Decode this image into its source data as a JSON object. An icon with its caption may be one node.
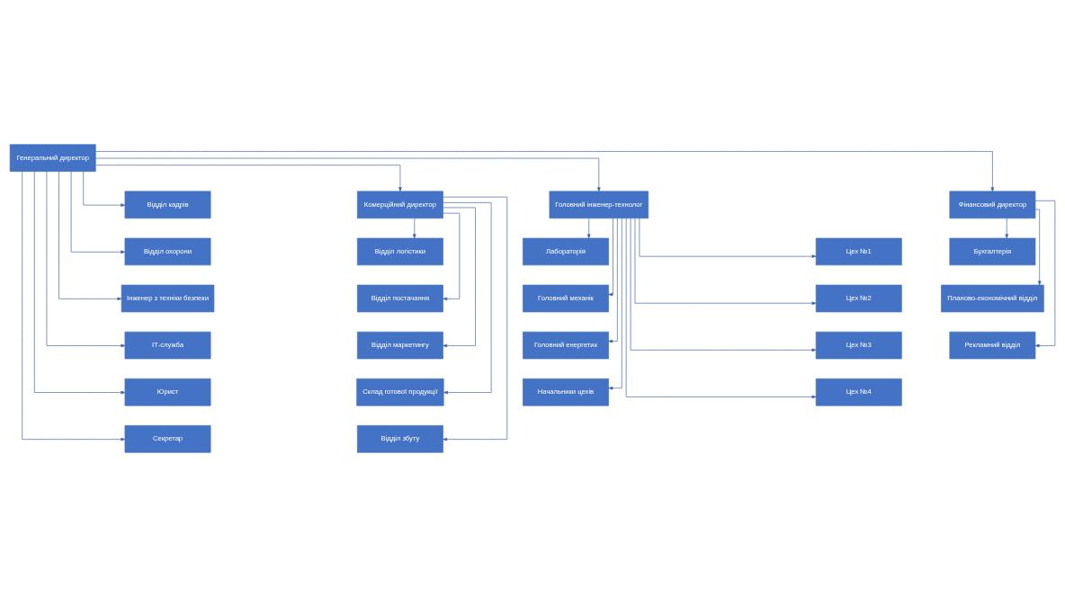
{
  "diagram": {
    "nodes": [
      {
        "text": [
          "Генеральний директор"
        ]
      },
      {
        "text": [
          "Відділ кадрів"
        ]
      },
      {
        "text": [
          "Відділ охорони"
        ]
      },
      {
        "text": [
          "Інженер з техніки безпеки"
        ]
      },
      {
        "text": [
          "ІТ-служба"
        ]
      },
      {
        "text": [
          "Юрист"
        ]
      },
      {
        "text": [
          "Секретар"
        ]
      },
      {
        "text": [
          "Комерційний директор"
        ]
      },
      {
        "text": [
          "Відділ логістики"
        ]
      },
      {
        "text": [
          "Відділ постачання"
        ]
      },
      {
        "text": [
          "Відділ маркетингу"
        ]
      },
      {
        "text": [
          "Склад готової продукції"
        ]
      },
      {
        "text": [
          "Відділ збуту"
        ]
      },
      {
        "text": [
          "Головний інженер-технолог"
        ]
      },
      {
        "text": [
          "Лабораторія"
        ]
      },
      {
        "text": [
          "Цех №1"
        ]
      },
      {
        "text": [
          "Головний механік"
        ]
      },
      {
        "text": [
          "Цех №2"
        ]
      },
      {
        "text": [
          "Головний енергетик"
        ]
      },
      {
        "text": [
          "Цех №3"
        ]
      },
      {
        "text": [
          "Начальники цехів"
        ]
      },
      {
        "text": [
          "Цех №4"
        ]
      },
      {
        "text": [
          "Фінансовий директор"
        ]
      },
      {
        "text": [
          "Бухгалтерія"
        ]
      },
      {
        "text": [
          "Планово-економічний відділ"
        ]
      },
      {
        "text": [
          "Рекламний відділ"
        ]
      }
    ],
    "edges": [
      {
        "from": 0,
        "to": 1,
        "arrow": "to"
      },
      {
        "from": 0,
        "to": 2,
        "arrow": "to"
      },
      {
        "from": 0,
        "to": 3,
        "arrow": "to"
      },
      {
        "from": 0,
        "to": 4,
        "arrow": "to"
      },
      {
        "from": 0,
        "to": 5,
        "arrow": "to"
      },
      {
        "from": 0,
        "to": 6,
        "arrow": "to"
      },
      {
        "from": 0,
        "to": 7,
        "arrow": "to"
      },
      {
        "from": 0,
        "to": 13,
        "arrow": "to"
      },
      {
        "from": 0,
        "to": 22,
        "arrow": "to"
      },
      {
        "from": 7,
        "to": 8,
        "arrow": "to"
      },
      {
        "from": 7,
        "to": 9,
        "arrow": "to"
      },
      {
        "from": 7,
        "to": 10,
        "arrow": "to"
      },
      {
        "from": 7,
        "to": 11,
        "arrow": "to"
      },
      {
        "from": 7,
        "to": 12,
        "arrow": "to"
      },
      {
        "from": 13,
        "to": 14,
        "arrow": "to"
      },
      {
        "from": 13,
        "to": 15,
        "arrow": "to"
      },
      {
        "from": 13,
        "to": 16,
        "arrow": "to"
      },
      {
        "from": 13,
        "to": 17,
        "arrow": "to"
      },
      {
        "from": 13,
        "to": 18,
        "arrow": "to"
      },
      {
        "from": 13,
        "to": 19,
        "arrow": "to"
      },
      {
        "from": 13,
        "to": 20,
        "arrow": "to"
      },
      {
        "from": 13,
        "to": 21,
        "arrow": "to"
      },
      {
        "from": 22,
        "to": 23,
        "arrow": "to"
      },
      {
        "from": 22,
        "to": 24,
        "arrow": "to"
      },
      {
        "from": 22,
        "to": 25,
        "arrow": "to"
      }
    ]
  }
}
